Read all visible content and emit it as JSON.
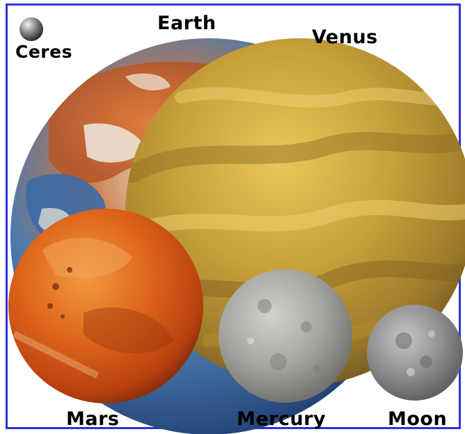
{
  "labels": {
    "ceres": "Ceres",
    "earth": "Earth",
    "venus": "Venus",
    "mars": "Mars",
    "mercury": "Mercury",
    "moon": "Moon"
  },
  "colors": {
    "frame": "#2b34d6",
    "earth_ocean": "#3b6fb0",
    "earth_land": "#c9652f",
    "venus": "#c9a23a",
    "mars": "#d95a1a",
    "mercury": "#9a9a96",
    "moon": "#8f8f8f",
    "ceres": "#8a8a8a"
  }
}
